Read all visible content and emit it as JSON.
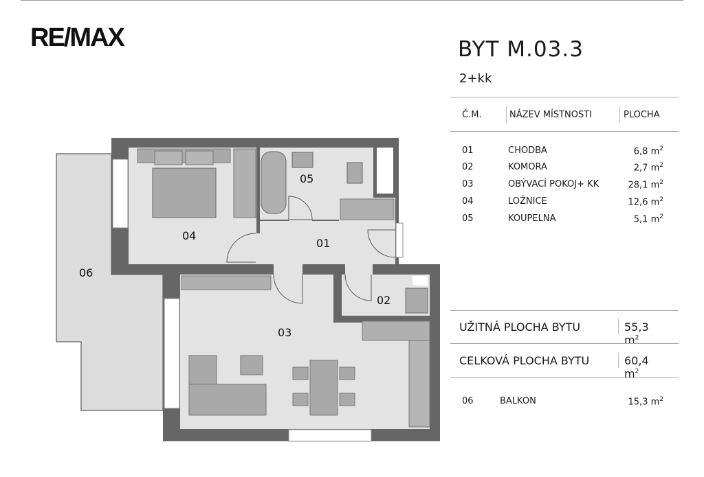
{
  "logo": "RE/MAX",
  "header": {
    "title": "BYT M.03.3",
    "subtitle": "2+kk"
  },
  "table": {
    "headers": [
      "Č.M.",
      "NÁZEV MÍSTNOSTI",
      "PLOCHA"
    ],
    "rows": [
      {
        "num": "01",
        "name": "CHODBA",
        "area": "6,8 m",
        "unit_exp": "2"
      },
      {
        "num": "02",
        "name": "KOMORA",
        "area": "2,7 m",
        "unit_exp": "2"
      },
      {
        "num": "03",
        "name": "OBÝVACÍ POKOJ+ KK",
        "area": "28,1 m",
        "unit_exp": "2"
      },
      {
        "num": "04",
        "name": "LOŽNICE",
        "area": "12,6 m",
        "unit_exp": "2"
      },
      {
        "num": "05",
        "name": "KOUPELNA",
        "area": "5,1 m",
        "unit_exp": "2"
      }
    ]
  },
  "summary": {
    "usable_label": "UŽITNÁ PLOCHA BYTU",
    "usable_value": "55,3 m",
    "total_label": "CELKOVÁ PLOCHA BYTU",
    "total_value": "60,4 m",
    "exp": "2"
  },
  "balcony": {
    "num": "06",
    "name": "BALKON",
    "area": "15,3 m",
    "unit_exp": "2"
  },
  "plan": {
    "labels": {
      "r01": "01",
      "r02": "02",
      "r03": "03",
      "r04": "04",
      "r05": "05",
      "r06": "06"
    }
  },
  "colors": {
    "wall": "#666666",
    "floor": "#e3e3e3",
    "furniture": "#a9a9a9",
    "balcony": "#dcdcdc"
  }
}
